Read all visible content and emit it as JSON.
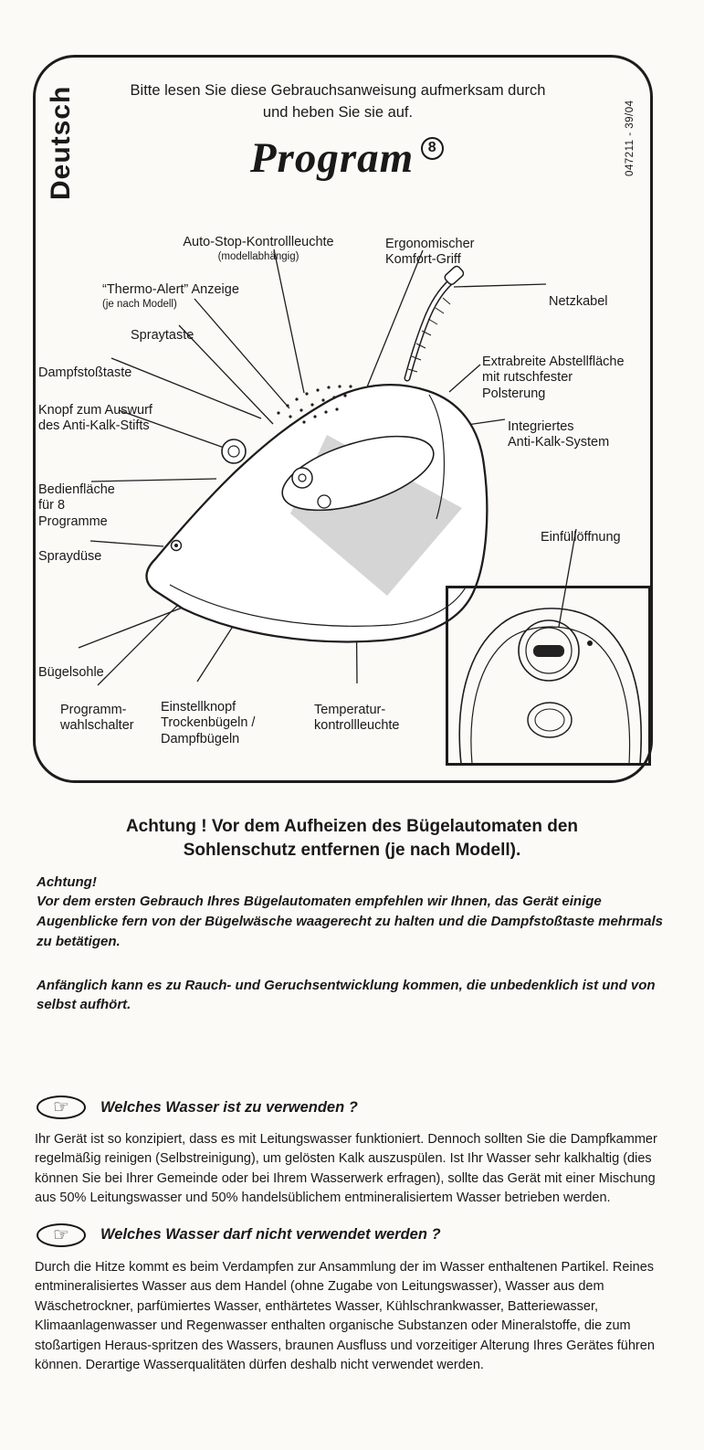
{
  "header": {
    "language": "Deutsch",
    "doc_code": "047211 - 39/04",
    "intro": "Bitte lesen Sie diese Gebrauchsanweisung aufmerksam durch\nund heben Sie sie auf.",
    "title": "Program",
    "title_mark": "8"
  },
  "icons": {
    "pointing_hand": "☞"
  },
  "diagram": {
    "labels": [
      {
        "text": "Auto-Stop-Kontrollleuchte",
        "small": "(modellabhängig)"
      },
      {
        "text": "Ergonomischer\nKomfort-Griff",
        "small": ""
      },
      {
        "text": "“Thermo-Alert” Anzeige",
        "small": "(je nach Modell)"
      },
      {
        "text": "Netzkabel",
        "small": ""
      },
      {
        "text": "Spraytaste",
        "small": ""
      },
      {
        "text": "Dampfstoßtaste",
        "small": ""
      },
      {
        "text": "Extrabreite Abstellfläche\nmit rutschfester\nPolsterung",
        "small": ""
      },
      {
        "text": "Knopf zum Auswurf\ndes Anti-Kalk-Stifts",
        "small": ""
      },
      {
        "text": "Integriertes\nAnti-Kalk-System",
        "small": ""
      },
      {
        "text": "Bedienfläche\nfür 8\nProgramme",
        "small": ""
      },
      {
        "text": "Einfüllöffnung",
        "small": ""
      },
      {
        "text": "Spraydüse",
        "small": ""
      },
      {
        "text": "Bügelsohle",
        "small": ""
      },
      {
        "text": "Programm-\nwahlschalter",
        "small": ""
      },
      {
        "text": "Einstellknopf\nTrockenbügeln /\nDampfbügeln",
        "small": ""
      },
      {
        "text": "Temperatur-\nkontrollleuchte",
        "small": ""
      }
    ]
  },
  "warning": {
    "heading": "Achtung ! Vor dem Aufheizen des Bügelautomaten den\nSohlenschutz entfernen (je nach Modell).",
    "subheading": "Achtung!",
    "para1": "Vor dem ersten Gebrauch Ihres Bügelautomaten empfehlen wir Ihnen, das Gerät einige Augenblicke fern von der Bügelwäsche waagerecht zu halten und die Dampfstoßtaste mehrmals zu betätigen.",
    "para2": "Anfänglich kann es zu Rauch- und Geruchsentwicklung kommen, die unbedenklich ist und von selbst aufhört."
  },
  "sections": [
    {
      "title": "Welches Wasser ist zu verwenden ?",
      "body": "Ihr Gerät ist so konzipiert, dass es mit Leitungswasser funktioniert. Dennoch sollten Sie die Dampfkammer regelmäßig reinigen (Selbstreinigung), um gelösten Kalk auszuspülen. Ist Ihr Wasser sehr kalkhaltig (dies können Sie bei Ihrer Gemeinde oder bei Ihrem Wasserwerk erfragen), sollte das Gerät mit einer Mischung aus 50% Leitungswasser und 50% handelsüblichem entmineralisiertem Wasser betrieben werden."
    },
    {
      "title": "Welches Wasser darf nicht verwendet werden ?",
      "body": "Durch die Hitze kommt es beim Verdampfen zur Ansammlung der im Wasser enthaltenen Partikel. Reines entmineralisiertes Wasser aus dem Handel (ohne Zugabe von Leitungswasser), Wasser aus dem Wäschetrockner, parfümiertes Wasser, enthärtetes Wasser, Kühlschrankwasser, Batteriewasser, Klimaanlagenwasser und Regenwasser enthalten organische Substanzen oder Mineralstoffe, die zum stoßartigen Heraus-spritzen des Wassers, braunen Ausfluss und vorzeitiger Alterung Ihres Gerätes führen können. Derartige Wasserqualitäten dürfen deshalb nicht verwendet werden."
    }
  ]
}
